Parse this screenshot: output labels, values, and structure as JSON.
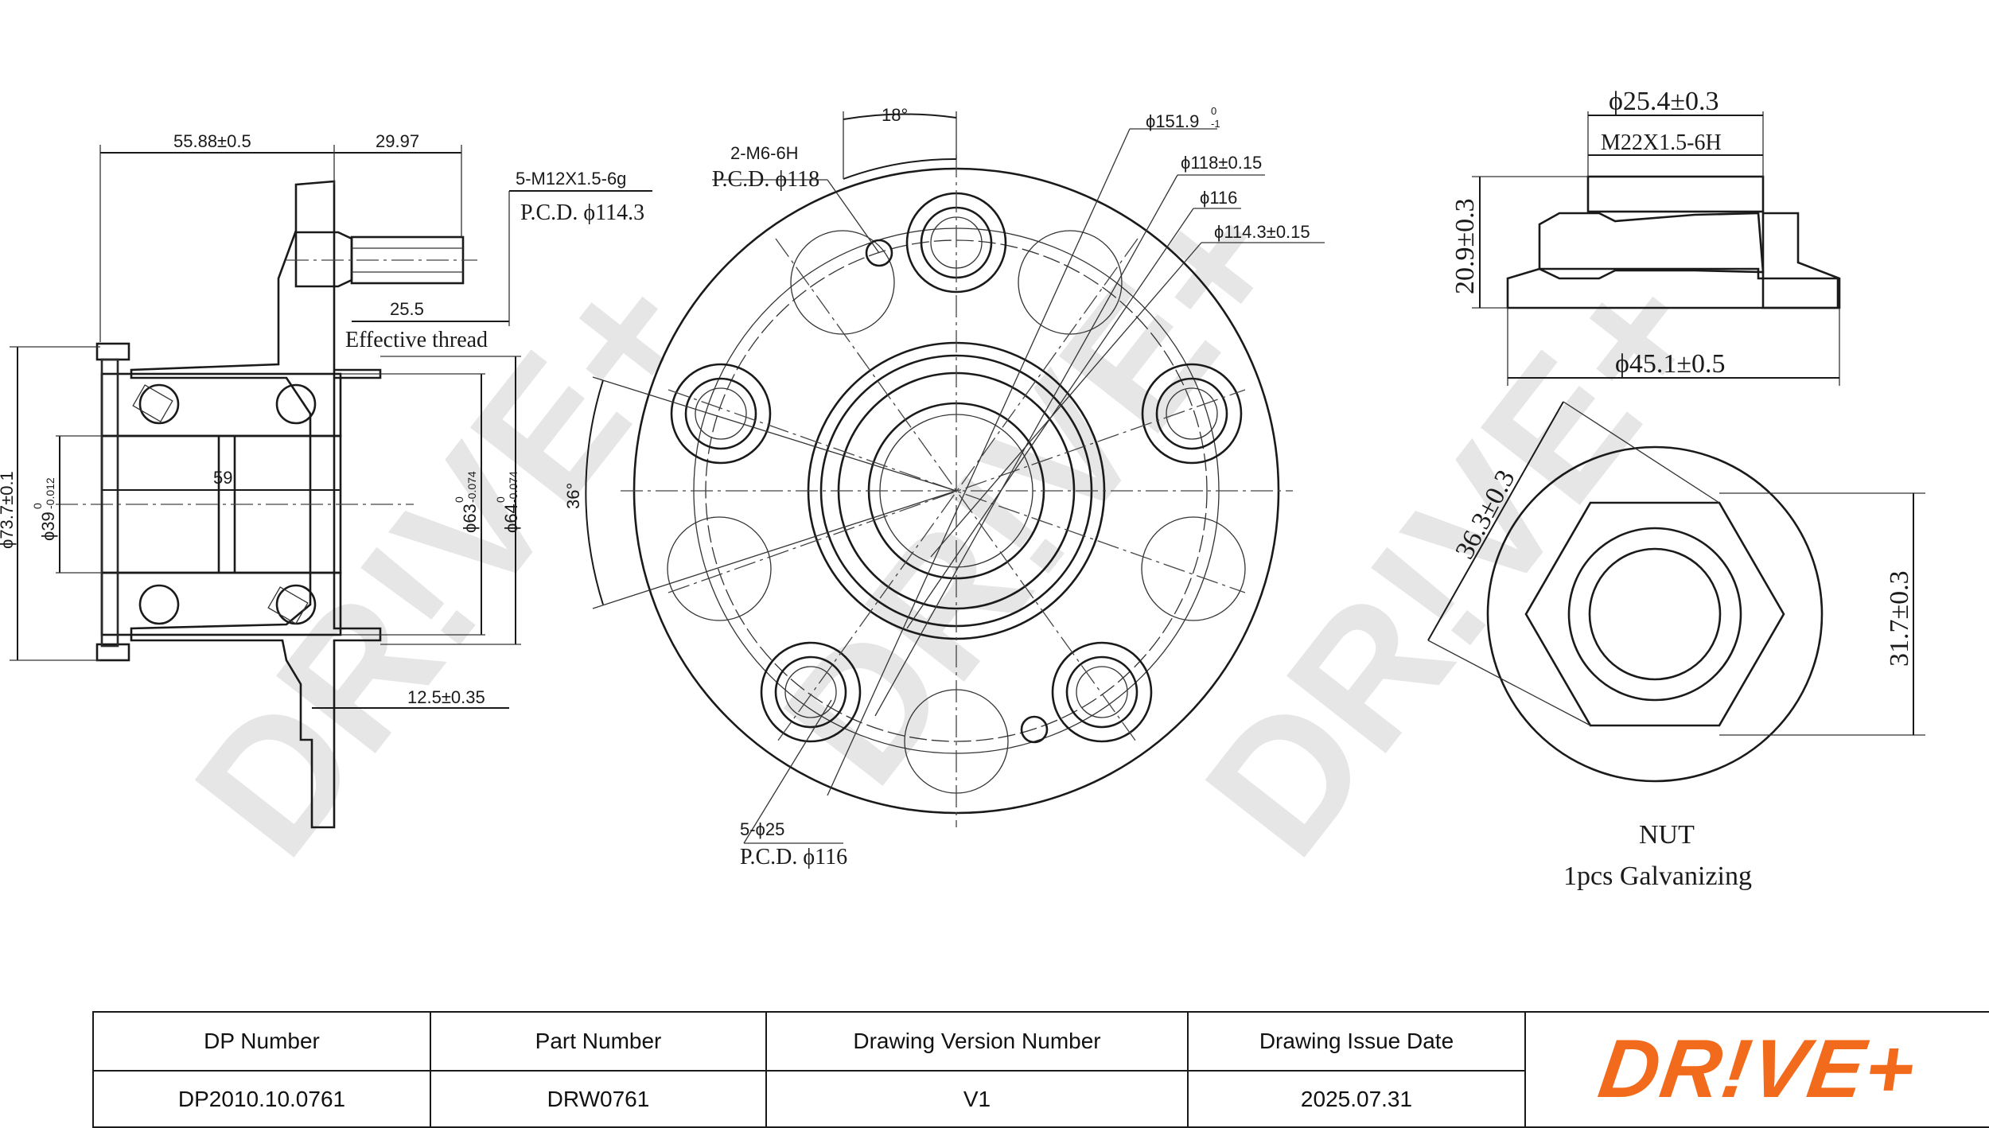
{
  "watermark": "DR!VE+",
  "hub_side_view": {
    "dim_top_left": "55.88±0.5",
    "dim_top_right": "29.97",
    "stud_spec": "5-M12X1.5-6g",
    "stud_pcd": "P.C.D. ϕ114.3",
    "effective_thread_length": "25.5",
    "effective_thread_label": "Effective thread",
    "dia_outer": "ϕ73.7±0.1",
    "dia_bore": "ϕ39",
    "dia_bore_tol_upper": "0",
    "dia_bore_tol_lower": "-0.012",
    "bearing_width": "59",
    "dia_63": "ϕ63",
    "dia_63_tol_upper": "0",
    "dia_63_tol_lower": "-0.074",
    "dia_64": "ϕ64",
    "dia_64_tol_upper": "0",
    "dia_64_tol_lower": "-0.074",
    "flange_thickness": "12.5±0.35"
  },
  "hub_front_view": {
    "angle_top": "18°",
    "angle_left": "36°",
    "thread_spec": "2-M6-6H",
    "thread_pcd": "P.C.D. ϕ118",
    "dia_flange": "ϕ151.9",
    "dia_flange_tol_upper": "0",
    "dia_flange_tol_lower": "-1",
    "dia_118": "ϕ118±0.15",
    "dia_116": "ϕ116",
    "dia_114": "ϕ114.3±0.15",
    "holes_spec": "5-ϕ25",
    "holes_pcd": "P.C.D. ϕ116"
  },
  "nut_view": {
    "dia_top": "ϕ25.4±0.3",
    "thread": "M22X1.5-6H",
    "height": "20.9±0.3",
    "dia_flange": "ϕ45.1±0.5",
    "across_corners": "36.3±0.3",
    "across_flats": "31.7±0.3",
    "label": "NUT",
    "note": "1pcs  Galvanizing"
  },
  "title_block": {
    "headers": [
      "DP Number",
      "Part Number",
      "Drawing Version Number",
      "Drawing Issue Date"
    ],
    "values": [
      "DP2010.10.0761",
      "DRW0761",
      "V1",
      "2025.07.31"
    ],
    "logo": "DR!VE+",
    "brand_color": "#f26b1d"
  }
}
